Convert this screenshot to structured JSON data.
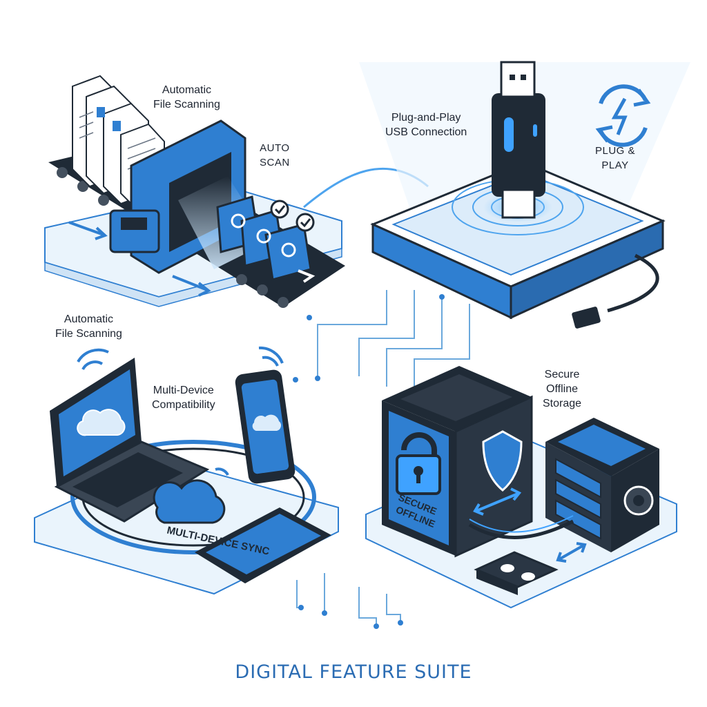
{
  "labels": {
    "scan_title_top": [
      "Automatic",
      "File Scanning"
    ],
    "auto_scan_badge": [
      "AUTO",
      "SCAN"
    ],
    "usb_title": [
      "Plug-and-Play",
      "USB Connection"
    ],
    "plug_badge": [
      "PLUG &",
      "PLAY"
    ],
    "scan_title_left": [
      "Automatic",
      "File Scanning"
    ],
    "multi_device_title": [
      "Multi-Device",
      "Compatibility"
    ],
    "sync_ring_text": "MULTI-DEVICE SYNC",
    "secure_title": [
      "Secure",
      "Offline",
      "Storage"
    ],
    "secure_box_text": [
      "SECURE",
      "OFFLINE"
    ]
  },
  "footer": {
    "title": "DIGITAL FEATURE SUITE"
  },
  "colors": {
    "accent": "#2f7fd1",
    "dark": "#1f2a36",
    "platform": "#eaf4fc",
    "glow": "#5fb4ff"
  },
  "icons": [
    "refresh-bolt-icon",
    "padlock-icon",
    "shield-icon",
    "cloud-icon",
    "wifi-icon",
    "magnifier-icon",
    "checkmark-icon"
  ]
}
